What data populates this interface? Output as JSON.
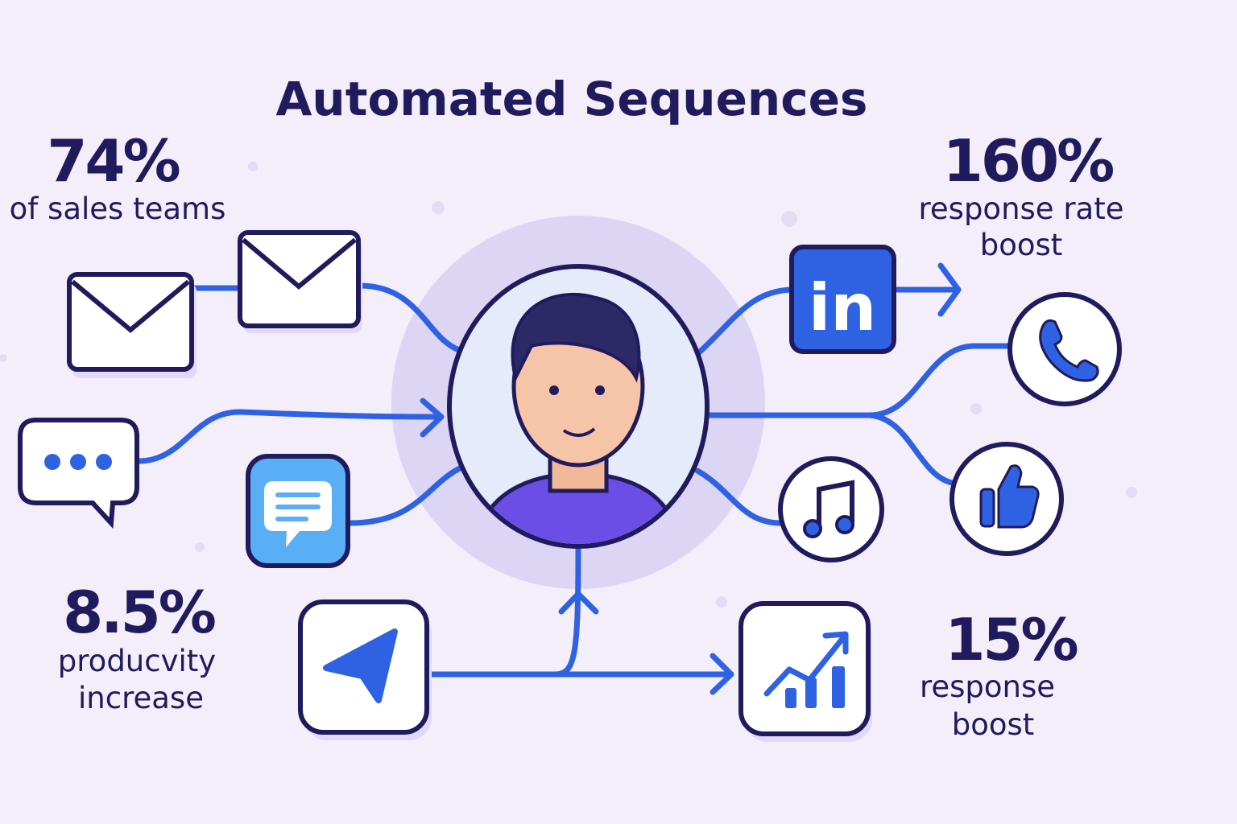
{
  "title": "Automated Sequences",
  "stats": [
    {
      "value": "74%",
      "label_lines": [
        "of sales teams"
      ]
    },
    {
      "value": "160%",
      "label_lines": [
        "response rate",
        "boost"
      ]
    },
    {
      "value": "8.5%",
      "label_lines": [
        "producvity",
        "increase"
      ]
    },
    {
      "value": "15%",
      "label_lines": [
        "response",
        "boost"
      ]
    }
  ],
  "icons": [
    "envelope-icon",
    "envelope-icon",
    "chat-bubble-icon",
    "message-icon",
    "send-icon",
    "linkedin-icon",
    "phone-icon",
    "thumbs-up-icon",
    "music-icon",
    "growth-chart-icon"
  ],
  "linkedin_text": "in",
  "colors": {
    "background": "#f4eefb",
    "text": "#1f1b5c",
    "accent": "#2f62e3",
    "halo": "#ddd5f4"
  }
}
